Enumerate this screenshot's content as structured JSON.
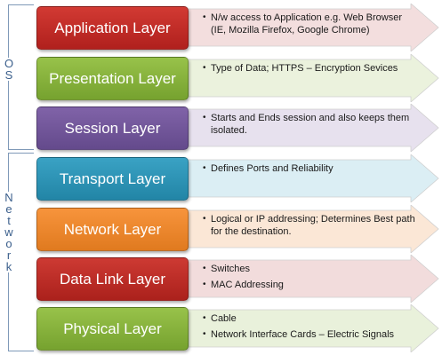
{
  "groups": {
    "os": "O S",
    "network": "N e t w o r k"
  },
  "layers": [
    {
      "name": "Application Layer",
      "color_top": "#d23a33",
      "color_bottom": "#b0201d",
      "arrow_fill": "#f3dede",
      "bullets": [
        "N/w access to Application e.g. Web Browser (IE, Mozilla Firefox, Google Chrome)"
      ]
    },
    {
      "name": "Presentation Layer",
      "color_top": "#98c24a",
      "color_bottom": "#76a22f",
      "arrow_fill": "#ebf2dd",
      "bullets": [
        "Type of Data; HTTPS – Encryption Sevices"
      ]
    },
    {
      "name": "Session Layer",
      "color_top": "#8063a8",
      "color_bottom": "#644a8c",
      "arrow_fill": "#e7e1ee",
      "bullets": [
        "Starts and Ends session and also keeps them isolated."
      ]
    },
    {
      "name": "Transport Layer",
      "color_top": "#3aa2c4",
      "color_bottom": "#2285a6",
      "arrow_fill": "#dbeef4",
      "bullets": [
        "Defines Ports and Reliability"
      ]
    },
    {
      "name": "Network Layer",
      "color_top": "#f7943c",
      "color_bottom": "#e07a1f",
      "arrow_fill": "#fbe7d6",
      "bullets": [
        "Logical or IP addressing; Determines Best path for the destination."
      ]
    },
    {
      "name": "Data Link Layer",
      "color_top": "#cd3a33",
      "color_bottom": "#ab211c",
      "arrow_fill": "#f2dcdc",
      "bullets": [
        "Switches",
        "MAC Addressing"
      ]
    },
    {
      "name": "Physical Layer",
      "color_top": "#98c24a",
      "color_bottom": "#76a22f",
      "arrow_fill": "#e9f1db",
      "bullets": [
        "Cable",
        "Network Interface Cards – Electric Signals"
      ]
    }
  ]
}
